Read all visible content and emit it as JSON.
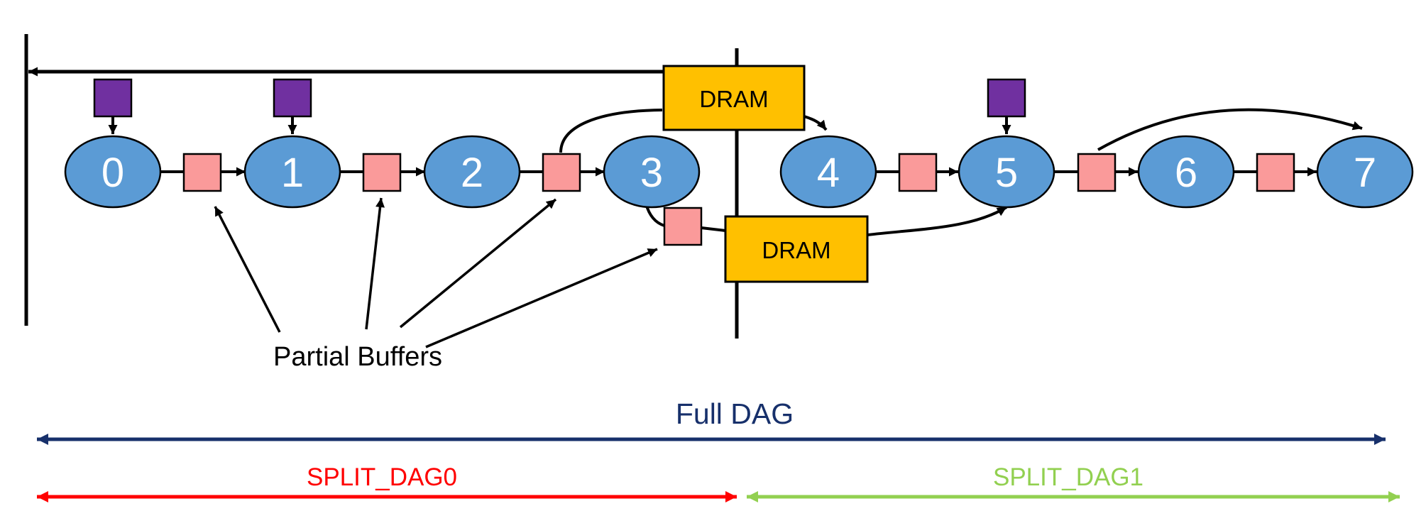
{
  "diagram": {
    "nodes": [
      "0",
      "1",
      "2",
      "3",
      "4",
      "5",
      "6",
      "7"
    ],
    "dram": {
      "top_label": "DRAM",
      "bottom_label": "DRAM"
    },
    "labels": {
      "partial_buffers": "Partial Buffers",
      "full_dag": "Full DAG",
      "split_dag0": "SPLIT_DAG0",
      "split_dag1": "SPLIT_DAG1"
    }
  },
  "colors": {
    "node_fill": "#5B9BD5",
    "node_text": "#FFFFFF",
    "buffer_fill": "#FA9A9A",
    "input_fill": "#7030A0",
    "dram_fill": "#FFC000",
    "outline": "#000000",
    "full_dag": "#17306B",
    "split_dag0": "#FF0000",
    "split_dag1": "#92D050"
  }
}
